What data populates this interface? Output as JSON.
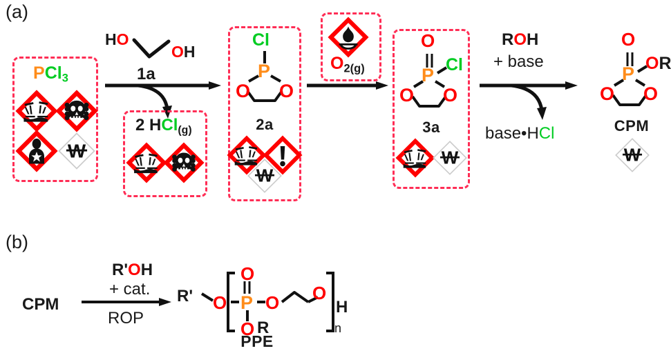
{
  "figure": {
    "type": "reaction-scheme",
    "panels": [
      {
        "id": "a",
        "label": "(a)",
        "description": "Synthesis of cyclic phosphate monomer (CPM) from PCl3"
      },
      {
        "id": "b",
        "label": "(b)",
        "description": "Ring-opening polymerization of CPM to polyphosphoester (PPE)"
      }
    ]
  },
  "panel_a": {
    "label": "(a)",
    "reactant_box": {
      "formula": {
        "p": "P",
        "cl": "Cl",
        "sub": "3"
      },
      "formula_text": "PCl3",
      "pictograms": [
        "corrosion-pictogram",
        "skull-crossbones-pictogram",
        "health-hazard-pictogram",
        "water-reactive-w-symbol"
      ]
    },
    "step1": {
      "reagent_structure_label": "ethylene-glycol",
      "reagent_left_label": {
        "h": "H",
        "o": "O"
      },
      "reagent_right_label": {
        "o": "O",
        "h": "H"
      },
      "reagent_text": "HO...OH",
      "reagent_number": "1a",
      "byproduct": {
        "coefficient": "2",
        "h": "H",
        "cl": "Cl",
        "state": "(g)",
        "text": "2 HCl(g)",
        "pictograms": [
          "corrosion-pictogram",
          "skull-crossbones-pictogram"
        ]
      }
    },
    "intermediate_2a": {
      "name": "2a",
      "atoms": {
        "cl": "Cl",
        "p": "P",
        "o_left": "O",
        "o_right": "O"
      },
      "pictograms": [
        "corrosion-pictogram",
        "exclamation-mark-pictogram",
        "water-reactive-w-symbol"
      ]
    },
    "step2": {
      "reagent": {
        "o": "O",
        "sub": "2(g)",
        "text": "O2(g)"
      },
      "pictograms": [
        "oxidizing-flame-over-circle-pictogram"
      ]
    },
    "intermediate_3a": {
      "name": "3a",
      "atoms": {
        "o_top": "O",
        "cl": "Cl",
        "p": "P",
        "o_left": "O",
        "o_right": "O"
      },
      "pictograms": [
        "corrosion-pictogram",
        "water-reactive-w-symbol"
      ]
    },
    "step3": {
      "reagent_line1": {
        "r": "R",
        "o": "O",
        "h": "H",
        "text": "ROH"
      },
      "reagent_line2": "+ base",
      "byproduct": {
        "base": "base•H",
        "cl": "Cl",
        "text": "base•HCl"
      }
    },
    "product_cpm": {
      "name": "CPM",
      "atoms": {
        "o_top": "O",
        "o_r": "O",
        "r": "R",
        "p": "P",
        "o_left": "O",
        "o_right": "O"
      },
      "pictograms": [
        "water-reactive-w-symbol"
      ]
    }
  },
  "panel_b": {
    "label": "(b)",
    "reactant": "CPM",
    "arrow_above_line1": {
      "rprime": "R'",
      "o": "O",
      "h": "H",
      "text": "R'OH"
    },
    "arrow_above_line2": "+ cat.",
    "arrow_below": "ROP",
    "product": {
      "name": "PPE",
      "end_left": "R'",
      "atoms": {
        "o_left": "O",
        "o_top": "O",
        "p": "P",
        "o_bottom": "O",
        "r": "R",
        "o_chain": "O",
        "o_right": "O"
      },
      "end_right": "H",
      "repeat_subscript": "n"
    }
  },
  "colors": {
    "red": "#ff0000",
    "green": "#00cc22",
    "orange": "#ff8c1a",
    "hazard_box_dash": "#ff2d55",
    "black": "#1a1a1a"
  }
}
